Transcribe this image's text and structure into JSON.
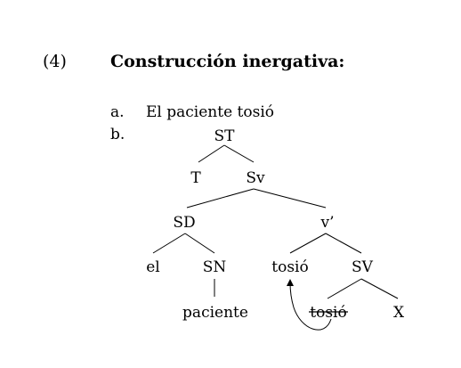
{
  "example": {
    "number": "(4)",
    "title": "Construcción inergativa:"
  },
  "items": [
    {
      "label": "a.",
      "text": "El paciente tosió"
    },
    {
      "label": "b."
    }
  ],
  "tree": {
    "nodes": {
      "ST": "ST",
      "T": "T",
      "Sv": "Sv",
      "SD": "SD",
      "v_bar": "v’",
      "el": "el",
      "SN": "SN",
      "tosio_moved": "tosió",
      "SV": "SV",
      "paciente": "paciente",
      "tosio_trace": "tosió",
      "X": "X"
    },
    "trace_struck": true,
    "movement_arrow": true
  }
}
